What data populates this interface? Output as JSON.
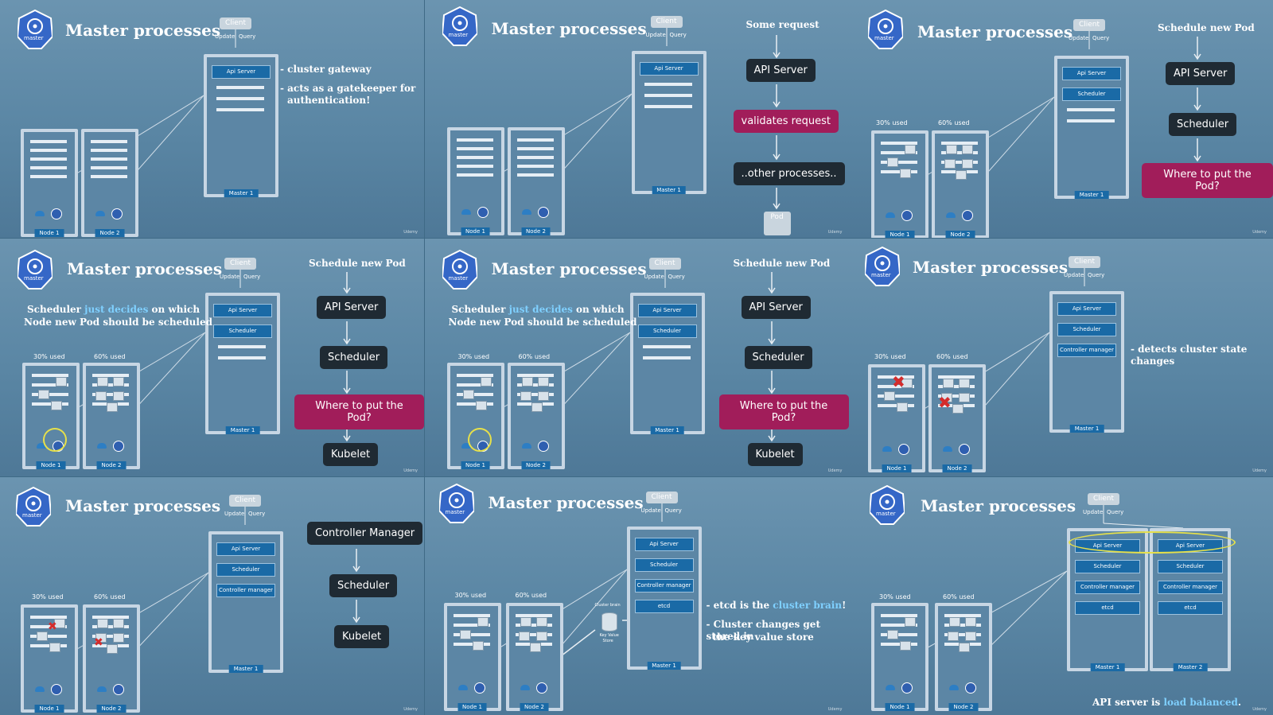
{
  "title": "Master processes",
  "logo_label": "master",
  "client": "Client",
  "update": "Update",
  "query": "Query",
  "api_server": "Api Server",
  "scheduler": "Scheduler",
  "controller_manager": "Controller manager",
  "etcd": "etcd",
  "master1": "Master 1",
  "master2": "Master 2",
  "node1": "Node 1",
  "node2": "Node 2",
  "used30": "30% used",
  "used60": "60% used",
  "watermark": "Udemy",
  "p1": {
    "ann1": "- cluster gateway",
    "ann2a": "- acts as a gatekeeper for",
    "ann2b": "authentication!"
  },
  "p2": {
    "req": "Some request",
    "api": "API Server",
    "validate": "validates request",
    "other": "..other processes..",
    "pod": "Pod"
  },
  "p3": {
    "head": "Schedule new Pod",
    "api": "API Server",
    "sched": "Scheduler",
    "where": "Where to put the Pod?"
  },
  "p4": {
    "head": "Schedule new Pod",
    "s1a": "Scheduler ",
    "s1b": "just decides",
    "s1c": " on which",
    "s2": "Node new Pod should be scheduled",
    "api": "API Server",
    "sched": "Scheduler",
    "where": "Where to put the Pod?",
    "kubelet": "Kubelet"
  },
  "p6": {
    "ann": "- detects cluster state changes"
  },
  "p7": {
    "cm": "Controller Manager",
    "sched": "Scheduler",
    "kubelet": "Kubelet"
  },
  "p8": {
    "brain": "Cluster brain",
    "kv1": "Key Value",
    "kv2": "Store",
    "a1a": "- etcd is the ",
    "a1b": "cluster brain",
    "a1c": "!",
    "a2a": "- Cluster changes get stored in",
    "a2b": "the key value store"
  },
  "p9": {
    "lb_a": "API server is ",
    "lb_b": "load balanced",
    "lb_c": "."
  }
}
